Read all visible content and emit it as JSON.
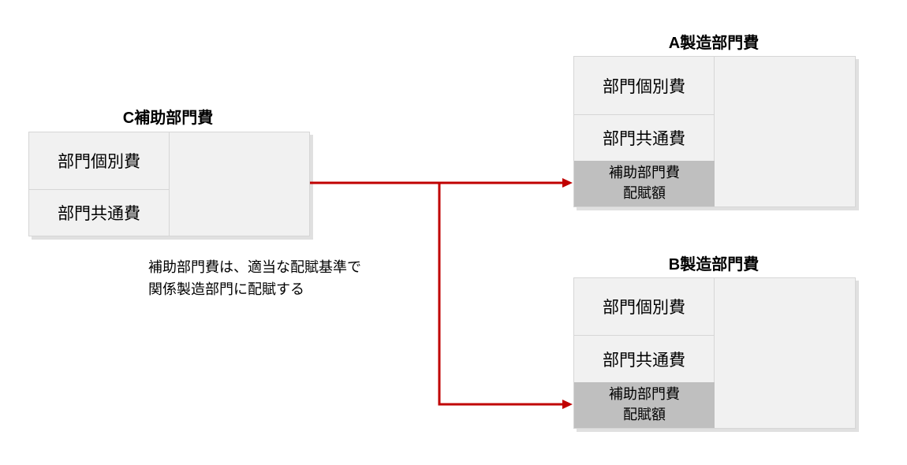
{
  "c_dept": {
    "title": "C補助部門費",
    "rows": [
      "部門個別費",
      "部門共通費"
    ]
  },
  "a_dept": {
    "title": "A製造部門費",
    "rows": [
      "部門個別費",
      "部門共通費"
    ],
    "alloc": [
      "補助部門費",
      "配賦額"
    ]
  },
  "b_dept": {
    "title": "B製造部門費",
    "rows": [
      "部門個別費",
      "部門共通費"
    ],
    "alloc": [
      "補助部門費",
      "配賦額"
    ]
  },
  "note": [
    "補助部門費は、適当な配賦基準で",
    "関係製造部門に配賦する"
  ],
  "colors": {
    "arrow": "#c00000",
    "alloc_bg": "#bfbfbf",
    "box_bg": "#f1f1f1"
  }
}
